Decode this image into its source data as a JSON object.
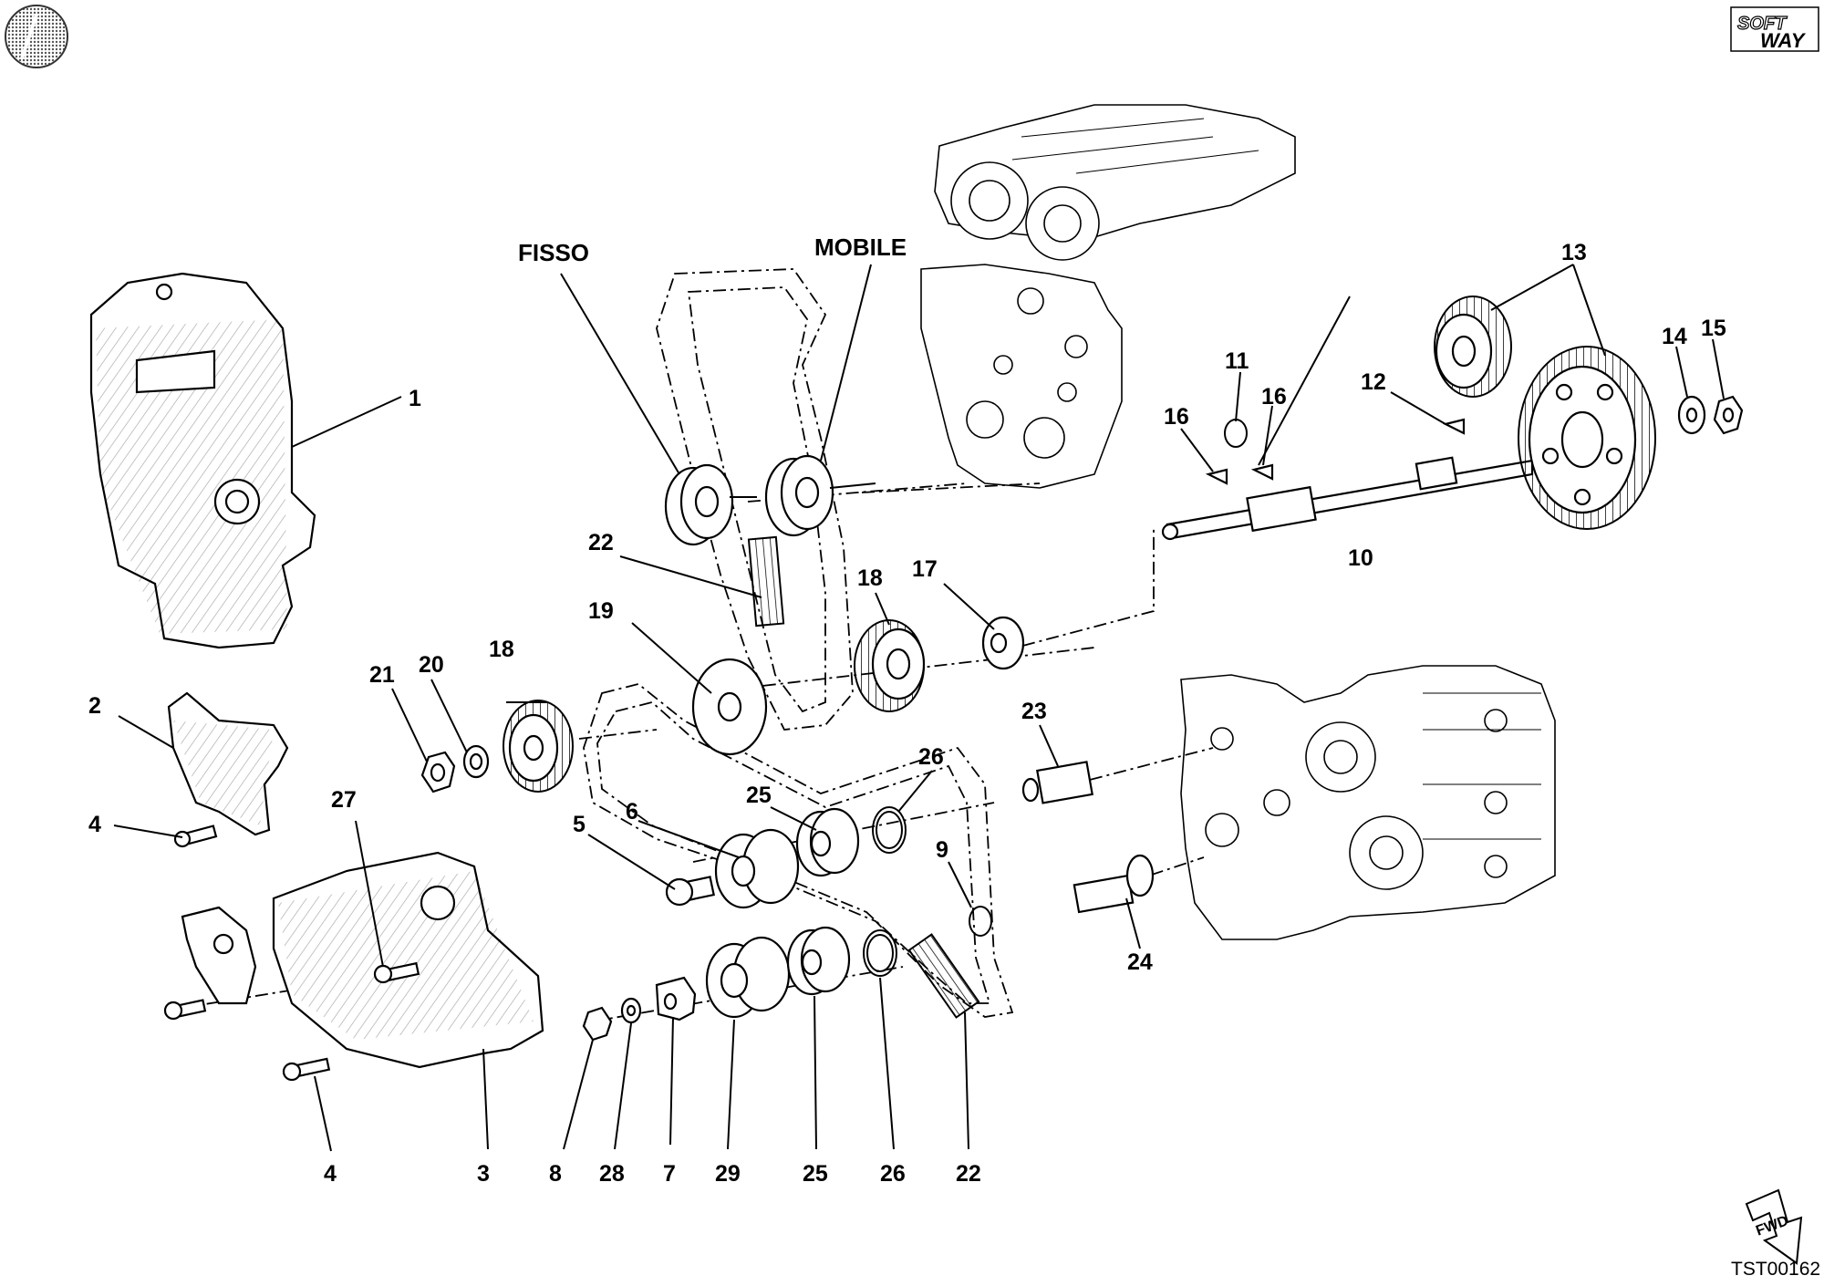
{
  "brand_logo_text": [
    "SOFT",
    "WAY"
  ],
  "drawing_code": "TST00162",
  "fwd_label": "FWD",
  "callouts": {
    "fisso": "FISSO",
    "mobile": "MOBILE"
  },
  "part_labels": {
    "p1": "1",
    "p2": "2",
    "p3": "3",
    "p4a": "4",
    "p4b": "4",
    "p5": "5",
    "p6": "6",
    "p7": "7",
    "p8": "8",
    "p9": "9",
    "p10": "10",
    "p11": "11",
    "p12": "12",
    "p13": "13",
    "p14": "14",
    "p15": "15",
    "p16a": "16",
    "p16b": "16",
    "p17": "17",
    "p18a": "18",
    "p18b": "18",
    "p19": "19",
    "p20": "20",
    "p21": "21",
    "p22a": "22",
    "p22b": "22",
    "p23": "23",
    "p24": "24",
    "p25a": "25",
    "p25b": "25",
    "p26a": "26",
    "p26b": "26",
    "p27": "27",
    "p28": "28",
    "p29": "29"
  }
}
